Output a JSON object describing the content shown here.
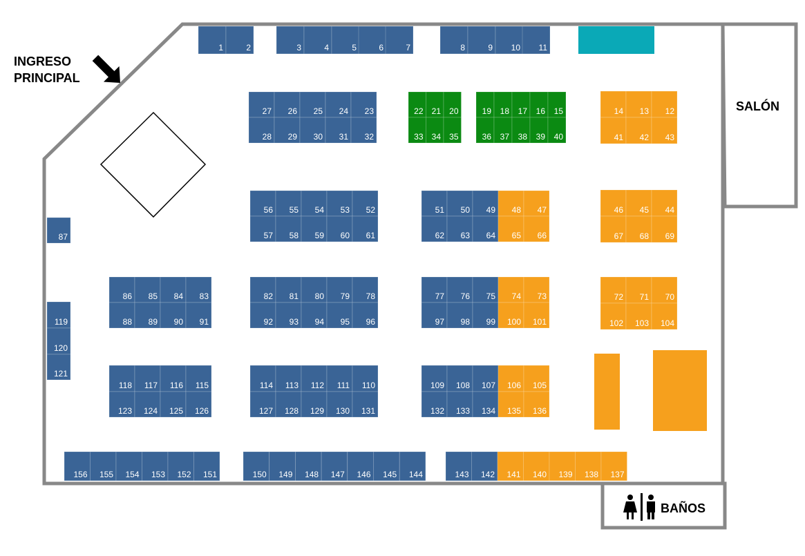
{
  "labels": {
    "entrance_line1": "INGRESO",
    "entrance_line2": "PRINCIPAL",
    "salon": "SALÓN",
    "restrooms": "BAÑOS"
  },
  "colors": {
    "blue": "#3a6496",
    "green": "#0b8a12",
    "orange": "#f6a01d",
    "teal": "#0aa9b7",
    "wall": "#888888"
  },
  "icons": [
    "entrance-arrow-icon",
    "woman-icon",
    "man-icon"
  ],
  "booths": {
    "top_row": [
      "1",
      "2",
      "3",
      "4",
      "5",
      "6",
      "7",
      "8",
      "9",
      "10",
      "11"
    ],
    "block_a_top": [
      "27",
      "26",
      "25",
      "24",
      "23"
    ],
    "block_a_bottom": [
      "28",
      "29",
      "30",
      "31",
      "32"
    ],
    "green_a_top": [
      "22",
      "21",
      "20"
    ],
    "green_a_bottom": [
      "33",
      "34",
      "35"
    ],
    "green_b_top": [
      "19",
      "18",
      "17",
      "16",
      "15"
    ],
    "green_b_bottom": [
      "36",
      "37",
      "38",
      "39",
      "40"
    ],
    "orange_a_top": [
      "14",
      "13",
      "12"
    ],
    "orange_a_bottom": [
      "41",
      "42",
      "43"
    ],
    "block_b_top": [
      "56",
      "55",
      "54",
      "53",
      "52"
    ],
    "block_b_bottom": [
      "57",
      "58",
      "59",
      "60",
      "61"
    ],
    "block_c_top": [
      "51",
      "50",
      "49",
      "48",
      "47"
    ],
    "block_c_bottom": [
      "62",
      "63",
      "64",
      "65",
      "66"
    ],
    "orange_b_top": [
      "46",
      "45",
      "44"
    ],
    "orange_b_bottom": [
      "67",
      "68",
      "69"
    ],
    "left_wall": [
      "87",
      "119",
      "120",
      "121"
    ],
    "block_d_top": [
      "86",
      "85",
      "84",
      "83"
    ],
    "block_d_bottom": [
      "88",
      "89",
      "90",
      "91"
    ],
    "block_e_top": [
      "82",
      "81",
      "80",
      "79",
      "78"
    ],
    "block_e_bottom": [
      "92",
      "93",
      "94",
      "95",
      "96"
    ],
    "block_f_top": [
      "77",
      "76",
      "75",
      "74",
      "73"
    ],
    "block_f_bottom": [
      "97",
      "98",
      "99",
      "100",
      "101"
    ],
    "orange_c_top": [
      "72",
      "71",
      "70"
    ],
    "orange_c_bottom": [
      "102",
      "103",
      "104"
    ],
    "block_g_top": [
      "118",
      "117",
      "116",
      "115"
    ],
    "block_g_bottom": [
      "123",
      "124",
      "125",
      "126"
    ],
    "block_h_top": [
      "114",
      "113",
      "112",
      "111",
      "110"
    ],
    "block_h_bottom": [
      "127",
      "128",
      "129",
      "130",
      "131"
    ],
    "block_i_top": [
      "109",
      "108",
      "107",
      "106",
      "105"
    ],
    "block_i_bottom": [
      "132",
      "133",
      "134",
      "135",
      "136"
    ],
    "bottom_row_left": [
      "156",
      "155",
      "154",
      "153",
      "152",
      "151"
    ],
    "bottom_row_mid": [
      "150",
      "149",
      "148",
      "147",
      "146",
      "145",
      "144"
    ],
    "bottom_row_right": [
      "143",
      "142",
      "141",
      "140",
      "139",
      "138",
      "137"
    ]
  }
}
